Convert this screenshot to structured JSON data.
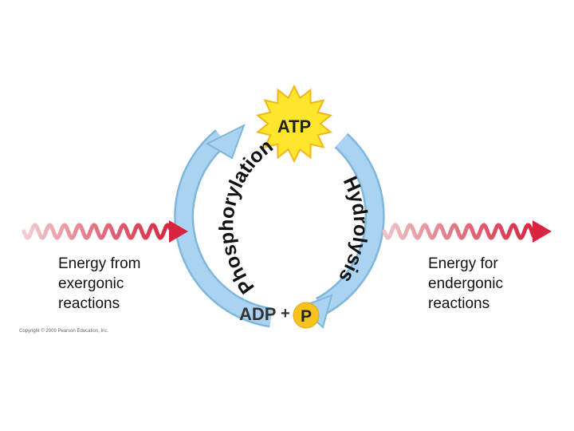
{
  "atp": {
    "label": "ATP"
  },
  "adp": {
    "label": "ADP",
    "plus": "+",
    "phosphate": "P"
  },
  "arcs": {
    "left": "Phosphorylation",
    "right": "Hydrolysis"
  },
  "left_energy": {
    "text": "Energy from\nexergonic\nreactions"
  },
  "right_energy": {
    "text": "Energy for\nendergonic\nreactions"
  },
  "copyright": "Copyright © 2009 Pearson Education, Inc.",
  "colors": {
    "cycle_arrow": "#a9d3f0",
    "cycle_arrow_edge": "#7fb7dc",
    "atp_burst": "#fde62b",
    "atp_burst_edge": "#f2b51b",
    "phosphate": "#f6c21c",
    "energy_wave": "#d8243f",
    "energy_wave_faded": "#f0c7cc"
  }
}
